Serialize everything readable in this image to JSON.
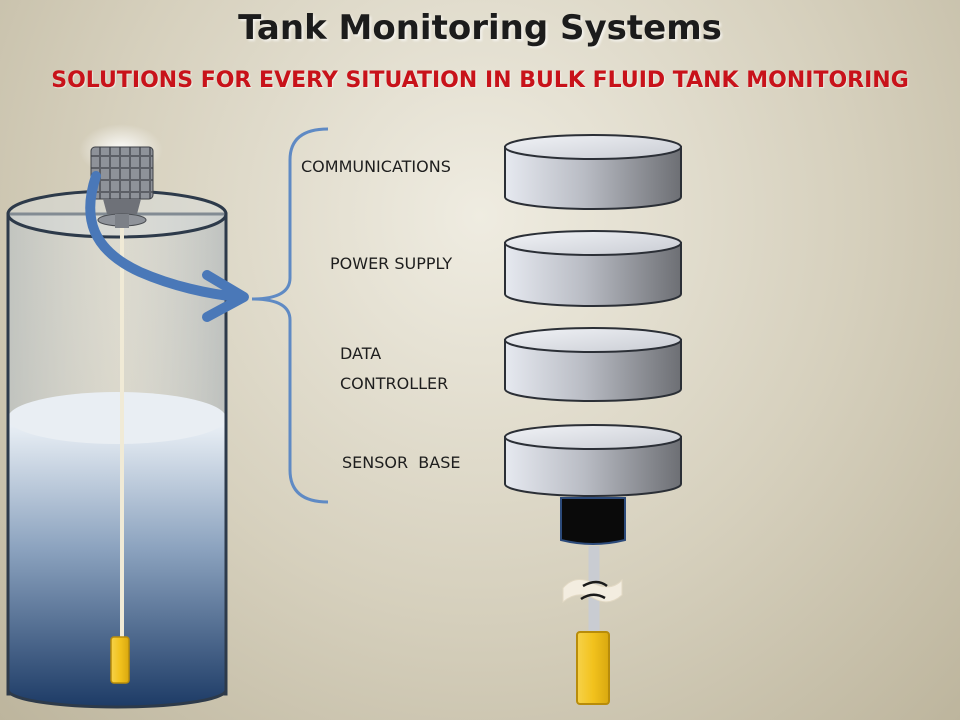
{
  "header": {
    "title": "Tank Monitoring Systems",
    "subtitle": "SOLUTIONS FOR EVERY SITUATION IN BULK FLUID TANK MONITORING"
  },
  "modules": {
    "communications": "COMMUNICATIONS",
    "power_supply": "POWER SUPPLY",
    "data_controller_line1": "DATA",
    "data_controller_line2": "CONTROLLER",
    "sensor_base": "SENSOR  BASE"
  },
  "colors": {
    "title": "#1c1c1c",
    "subtitle": "#c8121a",
    "arrow": "#4a78b8",
    "brace": "#5f8ac4",
    "liquid_top": "#e4ecf4",
    "liquid_bottom": "#1d3b66",
    "probe": "#f2c21d"
  }
}
